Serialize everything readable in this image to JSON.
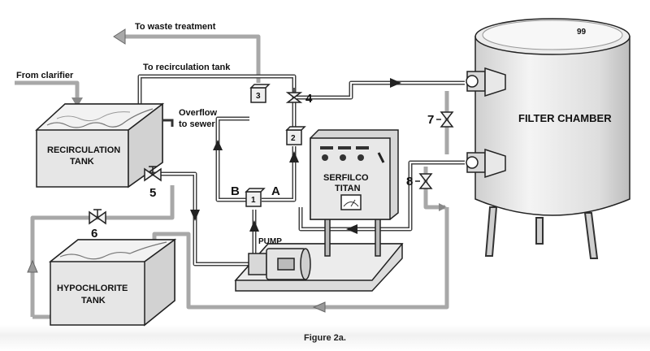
{
  "figure": {
    "caption": "Figure 2a."
  },
  "labels": {
    "to_waste": "To waste treatment",
    "to_recirc": "To recirculation tank",
    "from_clarifier": "From clarifier",
    "overflow_line1": "Overflow",
    "overflow_line2": "to sewer",
    "recirc_tank_line1": "RECIRCULATION",
    "recirc_tank_line2": "TANK",
    "hypo_tank_line1": "HYPOCHLORITE",
    "hypo_tank_line2": "TANK",
    "filter_chamber": "FILTER CHAMBER",
    "pump": "PUMP",
    "brand_line1": "SERFILCO",
    "brand_line2": "TITAN",
    "branch_a": "A",
    "branch_b": "B",
    "tank_mark": "99"
  },
  "valves": {
    "v1": "1",
    "v2": "2",
    "v3": "3",
    "v4": "4",
    "v5": "5",
    "v6": "6",
    "v7": "7",
    "v8": "8"
  },
  "colors": {
    "pipe": "#444444",
    "return_pipe": "#a8a8a8",
    "tank_fill": "#e6e6e6",
    "outline": "#222222"
  }
}
